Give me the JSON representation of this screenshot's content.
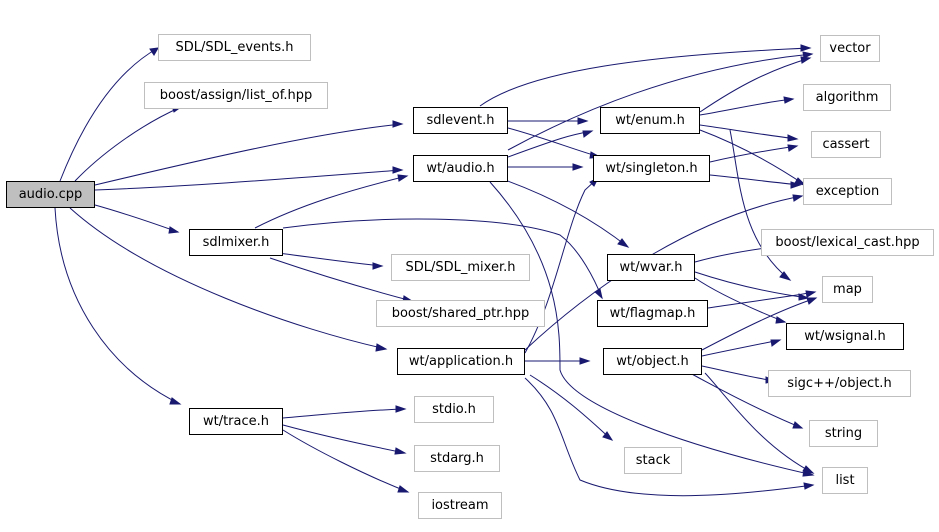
{
  "diagram": {
    "edge_color": "#191970",
    "nodes": {
      "audio_cpp": "audio.cpp",
      "sdl_events": "SDL/SDL_events.h",
      "list_of": "boost/assign/list_of.hpp",
      "sdlevent": "sdlevent.h",
      "wt_audio": "wt/audio.h",
      "sdlmixer": "sdlmixer.h",
      "sdl_mixer": "SDL/SDL_mixer.h",
      "shared_ptr": "boost/shared_ptr.hpp",
      "wt_application": "wt/application.h",
      "wt_trace": "wt/trace.h",
      "stdio": "stdio.h",
      "stdarg": "stdarg.h",
      "iostream": "iostream",
      "wt_enum": "wt/enum.h",
      "wt_singleton": "wt/singleton.h",
      "wt_wvar": "wt/wvar.h",
      "wt_flagmap": "wt/flagmap.h",
      "wt_object": "wt/object.h",
      "stack": "stack",
      "vector": "vector",
      "algorithm": "algorithm",
      "cassert": "cassert",
      "exception": "exception",
      "lexical_cast": "boost/lexical_cast.hpp",
      "map": "map",
      "wt_wsignal": "wt/wsignal.h",
      "sigc_object": "sigc++/object.h",
      "string": "string",
      "list": "list"
    }
  }
}
